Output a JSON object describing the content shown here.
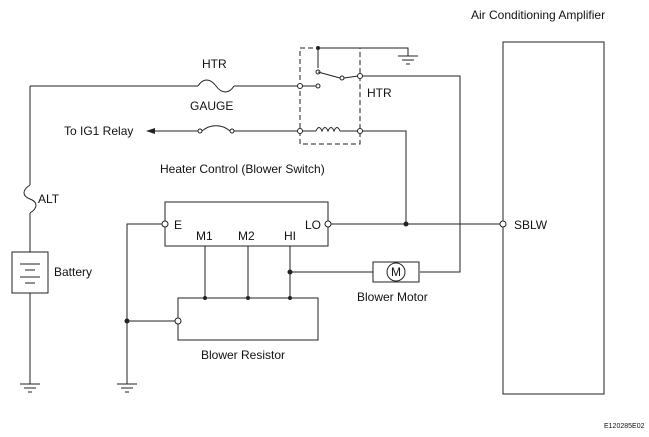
{
  "amplifier": {
    "title": "Air Conditioning Amplifier",
    "terminal": "SBLW"
  },
  "fuses": {
    "htr": "HTR",
    "gauge": "GAUGE",
    "alt": "ALT"
  },
  "relay_label": "To IG1 Relay",
  "heater_control": {
    "title": "Heater Control (Blower Switch)",
    "relay_label": "HTR"
  },
  "switch_terminals": {
    "e": "E",
    "m1": "M1",
    "m2": "M2",
    "hi": "HI",
    "lo": "LO"
  },
  "battery": "Battery",
  "blower_motor": {
    "label": "Blower Motor",
    "symbol": "M"
  },
  "blower_resistor": "Blower Resistor",
  "code": "E120285E02"
}
